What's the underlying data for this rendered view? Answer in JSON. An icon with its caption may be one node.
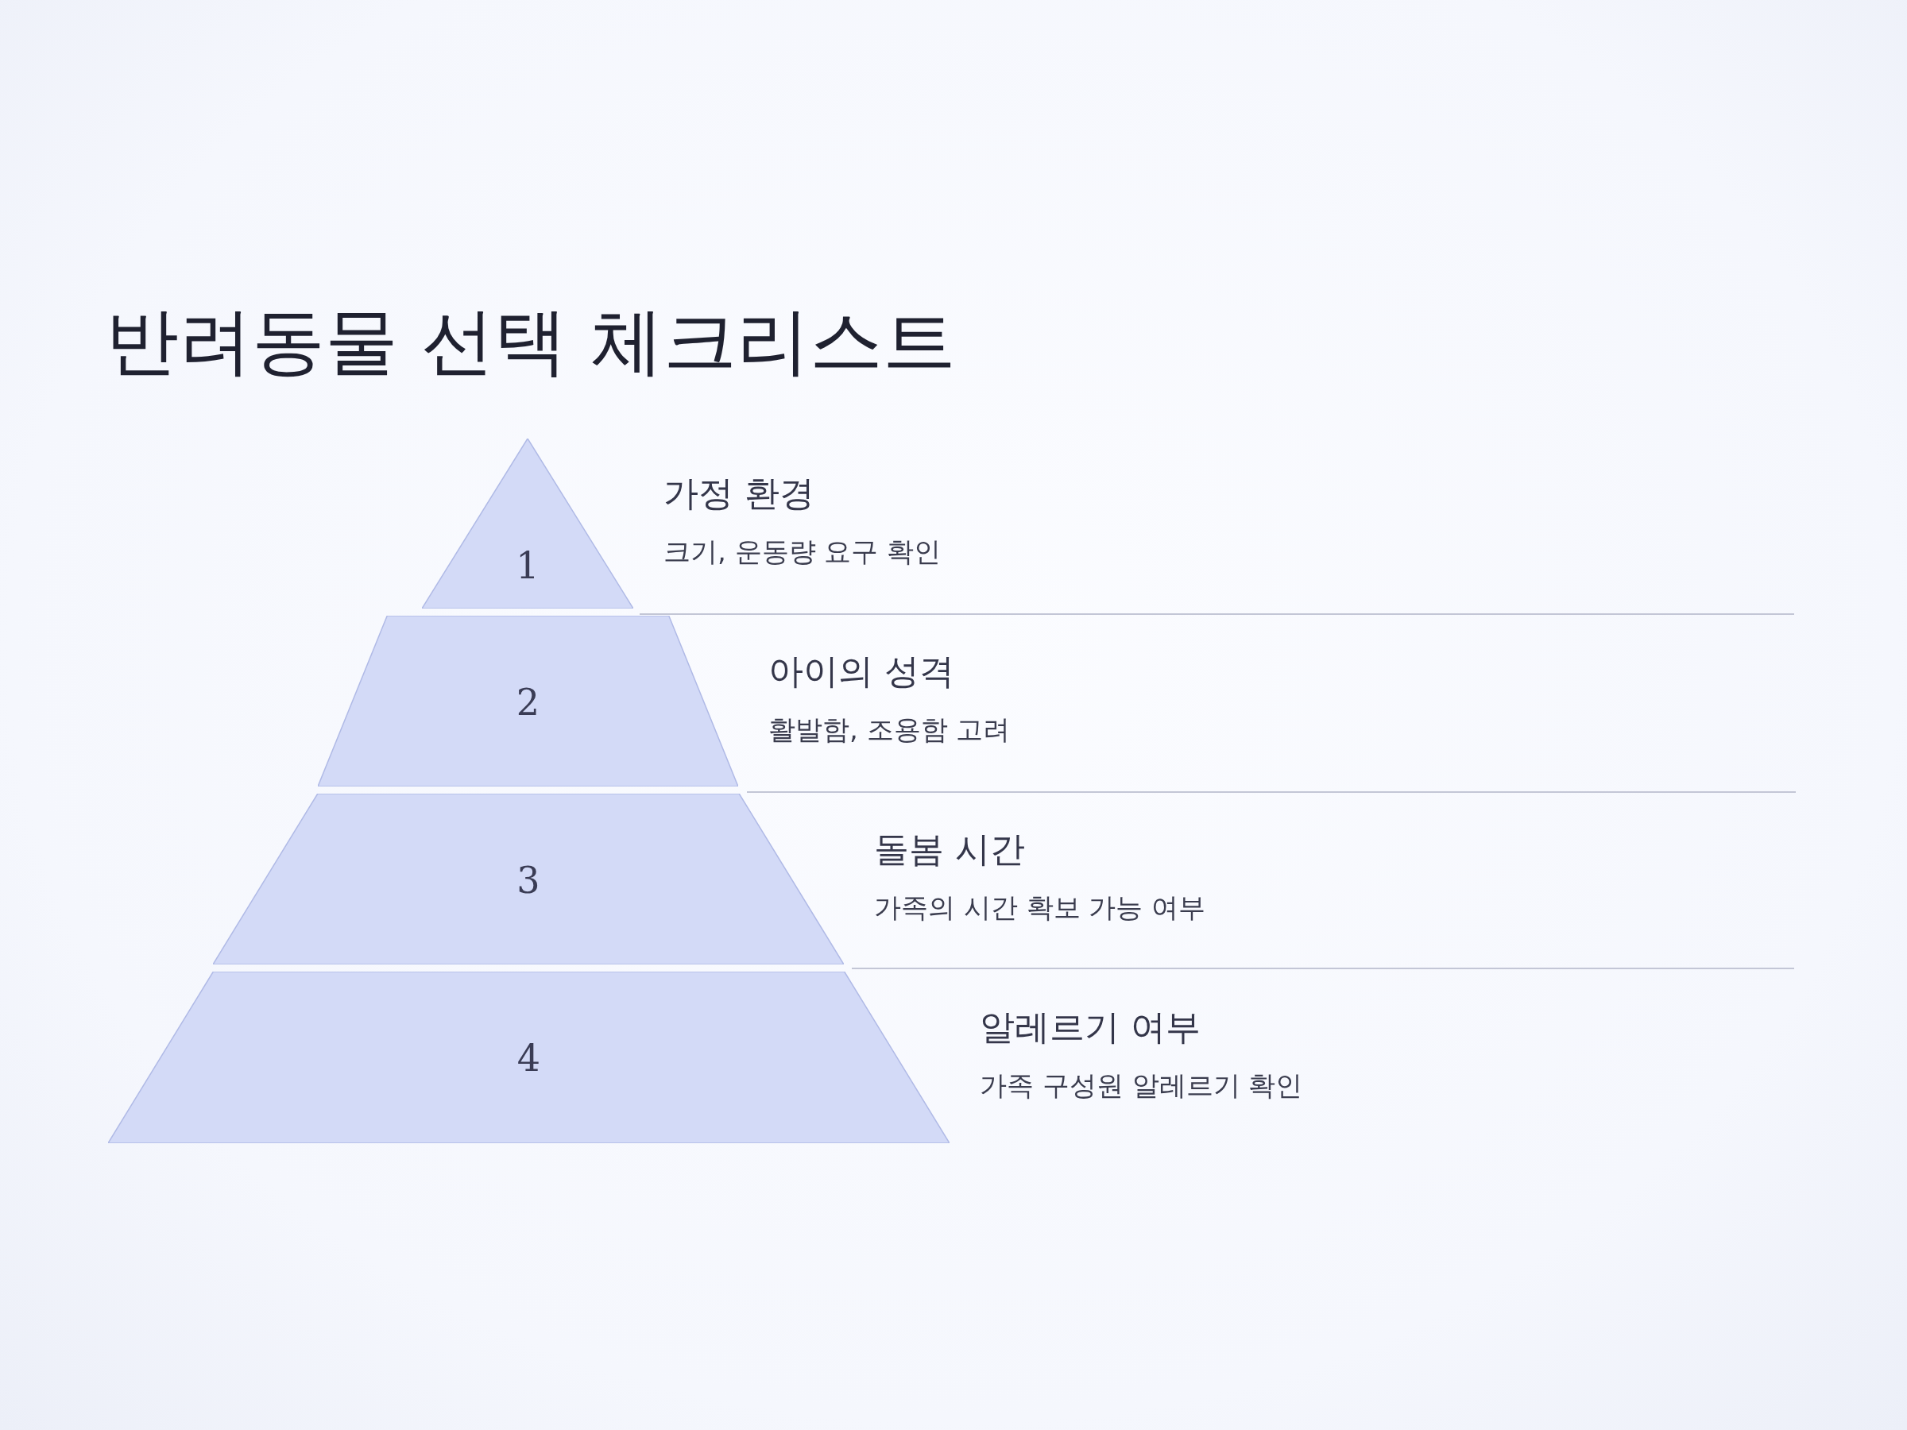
{
  "diagram": {
    "title": "반려동물 선택 체크리스트",
    "nodes": [
      {
        "text": [
          "1"
        ],
        "beside": [
          "가정 환경",
          "크기, 운동량 요구 확인"
        ]
      },
      {
        "text": [
          "2"
        ],
        "beside": [
          "아이의 성격",
          "활발함, 조용함 고려"
        ]
      },
      {
        "text": [
          "3"
        ],
        "beside": [
          "돌봄 시간",
          "가족의 시간 확보 가능 여부"
        ]
      },
      {
        "text": [
          "4"
        ],
        "beside": [
          "알레르기 여부",
          "가족 구성원 알레르기 확인"
        ]
      }
    ],
    "edges": []
  }
}
